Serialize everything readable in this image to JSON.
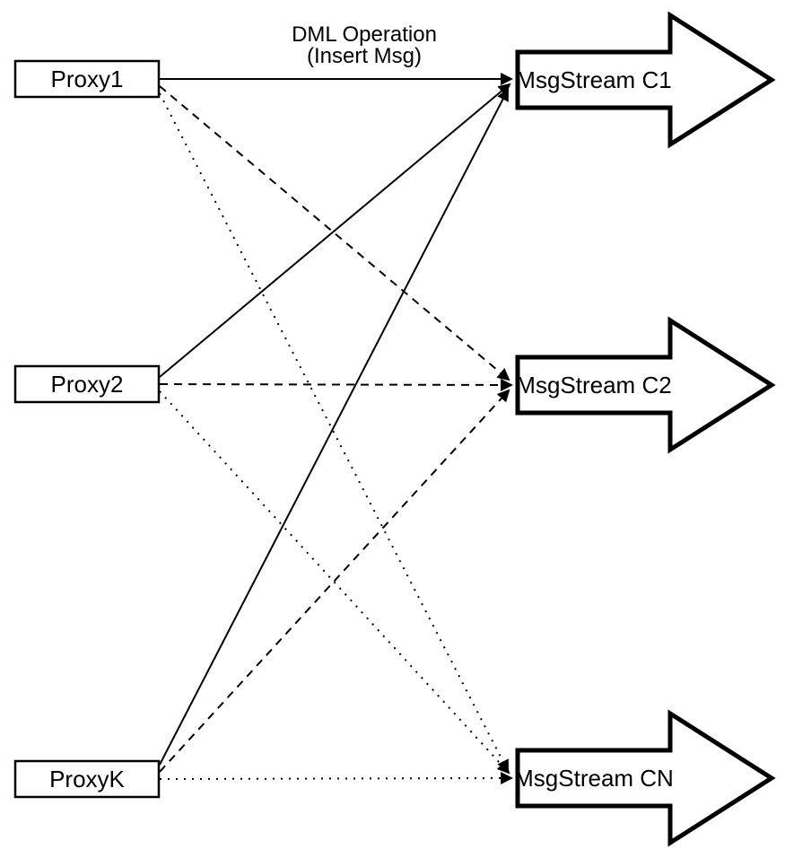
{
  "title": {
    "line1": "DML Operation",
    "line2": "(Insert Msg)"
  },
  "proxies": [
    {
      "id": "proxy1",
      "label": "Proxy1"
    },
    {
      "id": "proxy2",
      "label": "Proxy2"
    },
    {
      "id": "proxyk",
      "label": "ProxyK"
    }
  ],
  "streams": [
    {
      "id": "c1",
      "label": "MsgStream C1"
    },
    {
      "id": "c2",
      "label": "MsgStream C2"
    },
    {
      "id": "cn",
      "label": "MsgStream CN"
    }
  ],
  "edges": [
    {
      "from": "Proxy1",
      "to": "MsgStream C1",
      "style": "solid"
    },
    {
      "from": "Proxy1",
      "to": "MsgStream C2",
      "style": "dashed"
    },
    {
      "from": "Proxy1",
      "to": "MsgStream CN",
      "style": "dotted"
    },
    {
      "from": "Proxy2",
      "to": "MsgStream C1",
      "style": "solid"
    },
    {
      "from": "Proxy2",
      "to": "MsgStream C2",
      "style": "dashed"
    },
    {
      "from": "Proxy2",
      "to": "MsgStream CN",
      "style": "dotted"
    },
    {
      "from": "ProxyK",
      "to": "MsgStream C1",
      "style": "solid"
    },
    {
      "from": "ProxyK",
      "to": "MsgStream C2",
      "style": "dashed"
    },
    {
      "from": "ProxyK",
      "to": "MsgStream CN",
      "style": "dotted"
    }
  ],
  "colors": {
    "ink": "#000000",
    "background": "#ffffff"
  }
}
